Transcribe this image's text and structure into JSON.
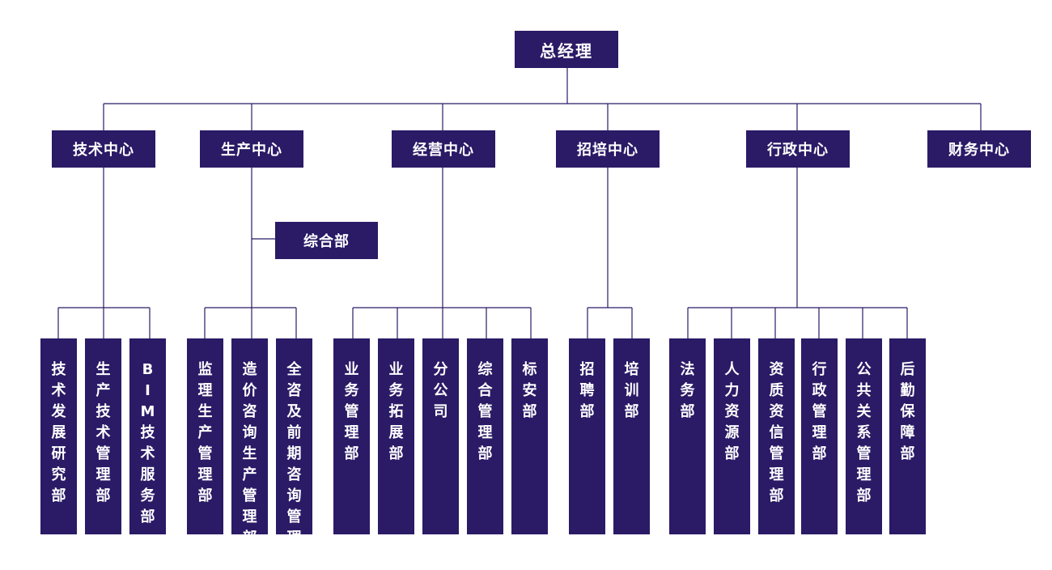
{
  "colors": {
    "box": "#2b1a66",
    "line": "#2b1a66",
    "text": "#ffffff"
  },
  "org": {
    "root": "总经理",
    "centers": {
      "tech": "技术中心",
      "production": "生产中心",
      "business": "经营中心",
      "recruit": "招培中心",
      "admin": "行政中心",
      "finance": "财务中心"
    },
    "production_side": "综合部",
    "departments": {
      "tech": [
        "技术发展研究部",
        "生产技术管理部",
        "BIM技术服务部"
      ],
      "production": [
        "监理生产管理部",
        "造价咨询生产管理部",
        "全咨及前期咨询管理部"
      ],
      "business": [
        "业务管理部",
        "业务拓展部",
        "分公司",
        "综合管理部",
        "标安部"
      ],
      "recruit": [
        "招聘部",
        "培训部"
      ],
      "admin": [
        "法务部",
        "人力资源部",
        "资质资信管理部",
        "行政管理部",
        "公共关系管理部",
        "后勤保障部"
      ]
    }
  }
}
